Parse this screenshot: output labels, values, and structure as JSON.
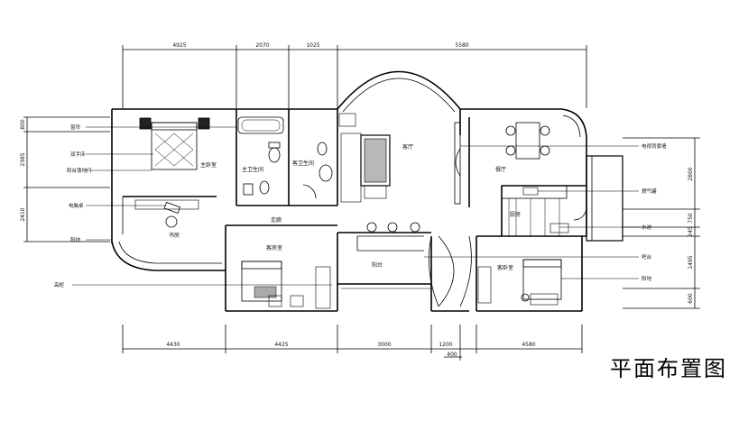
{
  "title": "平面布置图",
  "dims_top": [
    "4925",
    "2070",
    "1025",
    "5580"
  ],
  "dims_bottom": [
    "4430",
    "4425",
    "3000",
    "1200",
    "4580"
  ],
  "dim_bottom_small": "400",
  "dims_left": [
    "800",
    "2385",
    "2410"
  ],
  "dims_right": [
    "2800",
    "750",
    "245",
    "1495",
    "600"
  ],
  "rooms": {
    "master_bedroom": "主卧室",
    "master_bath": "主卫生间",
    "guest_bath": "客卫生间",
    "living": "客厅",
    "dining": "餐厅",
    "kitchen": "厨房",
    "corridor": "走廊",
    "study": "书房",
    "guest_room": "客房室",
    "balcony": "阳台",
    "guest_bedroom": "客卧室"
  },
  "callouts_left": {
    "c1": "窗帘",
    "c2": "双手床",
    "c3": "阳台落地门",
    "c4": "电脑桌",
    "c5": "阳地",
    "c6": "高柜"
  },
  "callouts_right": {
    "c1": "电视背景墙",
    "c2": "燃气罐",
    "c3": "水池",
    "c4": "吧台",
    "c5": "阳地"
  }
}
